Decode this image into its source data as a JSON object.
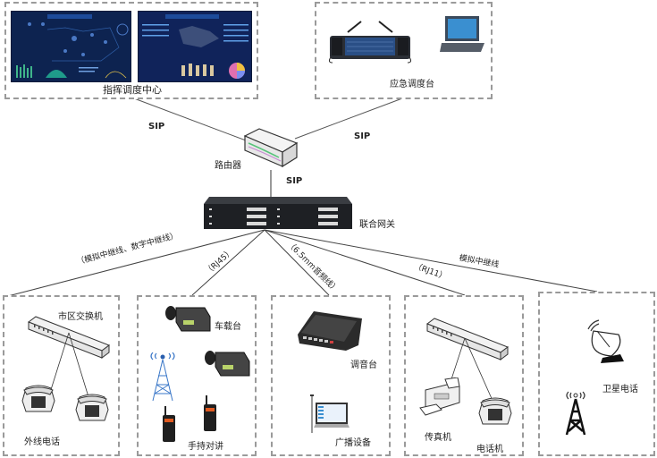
{
  "title": "Network dispatch topology",
  "nodes": {
    "command_center": "指挥调度中心",
    "emergency_console": "应急调度台",
    "router": "路由器",
    "gateway": "联合网关",
    "city_exchange": "市区交换机",
    "external_phone": "外线电话",
    "vehicle_radio": "车载台",
    "handheld_radio": "手持对讲",
    "mixer": "调音台",
    "broadcast": "广播设备",
    "fax": "传真机",
    "telephone": "电话机",
    "satellite_phone": "卫星电话"
  },
  "links": {
    "sip_left": "SIP",
    "sip_right": "SIP",
    "sip_down": "SIP",
    "trunk_mixed": "（模拟中继线、数字中继线）",
    "rj45": "（RJ45）",
    "audio": "（6.5mm音频线）",
    "rj11": "（RJ11）",
    "analog_trunk": "模拟中继线"
  },
  "colors": {
    "dashed_border": "#9a9a9a",
    "line": "#444444",
    "screen_bg": "#0d2350"
  }
}
